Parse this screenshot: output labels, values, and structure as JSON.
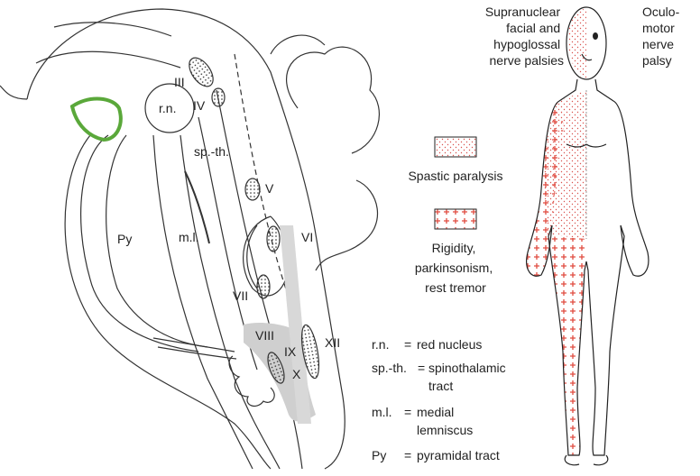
{
  "brainstem": {
    "labels": {
      "rn": "r.n.",
      "spth": "sp.-th.",
      "ml": "m.l.",
      "py": "Py",
      "n3": "III",
      "n4": "IV",
      "n5": "V",
      "n6": "VI",
      "n7": "VII",
      "n8": "VIII",
      "n9": "IX",
      "n10": "X",
      "n12": "XII"
    },
    "lesion_color": "#5aa83a"
  },
  "body_figure": {
    "face_label_lines": [
      "Supranuclear",
      "facial and",
      "hypoglossal",
      "nerve palsies"
    ],
    "oculomotor_label_lines": [
      "Oculo-",
      "motor",
      "nerve",
      "palsy"
    ]
  },
  "legend": {
    "spastic": "Spastic paralysis",
    "rigidity_lines": [
      "Rigidity,",
      "parkinsonism,",
      "rest tremor"
    ],
    "dot_color": "#d9534f",
    "cross_color": "#d9534f"
  },
  "abbreviations": [
    {
      "abbr": "r.n.",
      "eq": "=",
      "lines": [
        "red nucleus"
      ]
    },
    {
      "abbr": "sp.-th.",
      "eq": "=",
      "lines": [
        "spinothalamic",
        "tract"
      ]
    },
    {
      "abbr": "m.l.",
      "eq": "=",
      "lines": [
        "medial",
        "lemniscus"
      ]
    },
    {
      "abbr": "Py",
      "eq": "=",
      "lines": [
        "pyramidal tract"
      ]
    }
  ]
}
